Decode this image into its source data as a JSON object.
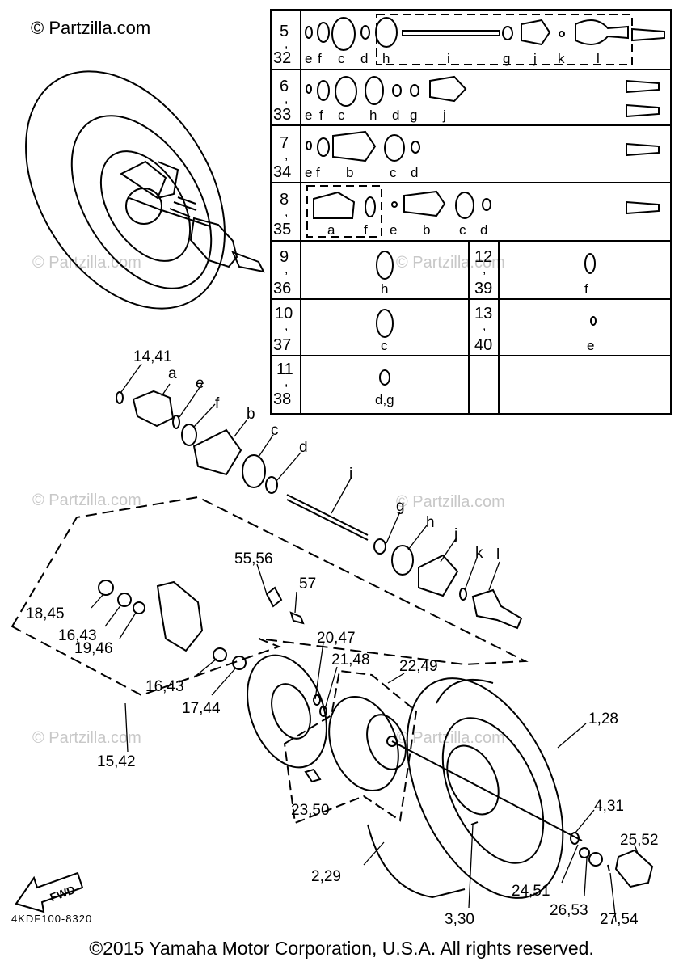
{
  "header": {
    "copyright_top": "© Partzilla.com"
  },
  "footer": {
    "copyright": "©2015 Yamaha Motor Corporation, U.S.A. All rights reserved.",
    "drawing_code": "4KDF100-8320"
  },
  "watermark": "© Partzilla.com",
  "fwd_label": "FWD",
  "table": {
    "rows": [
      {
        "num_top": "5",
        "num_bottom": "32",
        "letters": [
          "e",
          "f",
          "c",
          "d",
          "h",
          "i",
          "g",
          "j",
          "k",
          "l"
        ]
      },
      {
        "num_top": "6",
        "num_bottom": "33",
        "letters": [
          "e",
          "f",
          "c",
          "h",
          "d",
          "g",
          "j"
        ]
      },
      {
        "num_top": "7",
        "num_bottom": "34",
        "letters": [
          "e",
          "f",
          "b",
          "c",
          "d"
        ]
      },
      {
        "num_top": "8",
        "num_bottom": "35",
        "letters": [
          "a",
          "f",
          "e",
          "b",
          "c",
          "d"
        ]
      },
      {
        "num_top": "9",
        "num_bottom": "36",
        "letters": [
          "h"
        ],
        "right_top": "12",
        "right_bottom": "39",
        "right_letters": [
          "f"
        ]
      },
      {
        "num_top": "10",
        "num_bottom": "37",
        "letters": [
          "c"
        ],
        "right_top": "13",
        "right_bottom": "40",
        "right_letters": [
          "e"
        ]
      },
      {
        "num_top": "11",
        "num_bottom": "38",
        "letters": [
          "d,g"
        ]
      }
    ]
  },
  "callouts": {
    "c1441": "14,41",
    "a": "a",
    "e": "e",
    "f": "f",
    "b": "b",
    "c": "c",
    "d": "d",
    "i": "i",
    "g": "g",
    "h": "h",
    "j": "j",
    "k": "k",
    "l": "l",
    "c5556": "55,56",
    "c57": "57",
    "c1845": "18,45",
    "c1643a": "16,43",
    "c1946": "19,46",
    "c1643b": "16,43",
    "c1744": "17,44",
    "c1542": "15,42",
    "c2047": "20,47",
    "c2148": "21,48",
    "c2249": "22,49",
    "c128": "1,28",
    "c2350": "23,50",
    "c431": "4,31",
    "c2552": "25,52",
    "c229": "2,29",
    "c2451": "24,51",
    "c2653": "26,53",
    "c330": "3,30",
    "c2754": "27,54"
  },
  "colors": {
    "line": "#000000",
    "watermark": "#c8c8c8",
    "background": "#ffffff"
  }
}
